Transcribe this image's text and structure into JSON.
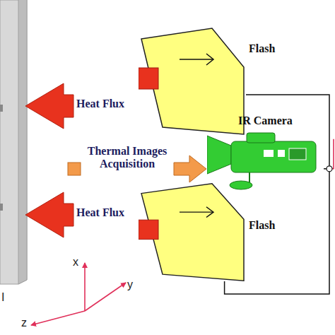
{
  "diagram": {
    "nodes": [
      {
        "text": [
          "Flash"
        ]
      },
      {
        "text": [
          "IR Camera"
        ]
      },
      {
        "text": [
          "Flash"
        ]
      }
    ],
    "edges": [
      {
        "from": 0,
        "to": 1,
        "arrow": "none"
      },
      {
        "from": 2,
        "to": 1,
        "arrow": "none"
      }
    ],
    "labels": [
      "Heat Flux",
      "Thermal Images Acquisition",
      "Heat Flux",
      "x",
      "y",
      "z",
      "I"
    ]
  }
}
